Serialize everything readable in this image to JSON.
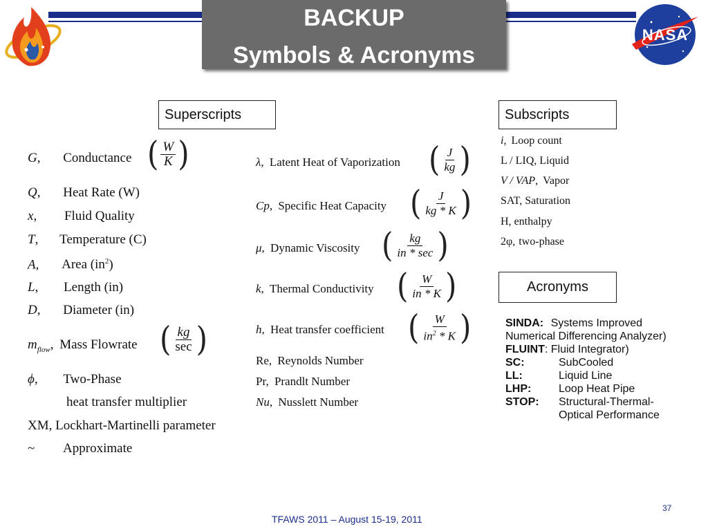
{
  "header": {
    "title_line1": "BACKUP",
    "title_line2": "Symbols & Acronyms",
    "left_logo_icon": "flame-logo-icon",
    "right_logo_icon": "nasa-meatball-icon",
    "right_logo_text": "NASA",
    "bar_color": "#1a2c8c",
    "title_bg_color": "#6b6b6b"
  },
  "sections": {
    "superscripts": "Superscripts",
    "subscripts": "Subscripts",
    "acronyms": "Acronyms"
  },
  "left_symbols": [
    {
      "sym": "G",
      "desc": "Conductance",
      "unit_num": "W",
      "unit_den": "K"
    },
    {
      "sym": "Q",
      "desc": "Heat Rate (W)"
    },
    {
      "sym": "x",
      "desc": "Fluid Quality"
    },
    {
      "sym": "T",
      "desc": "Temperature (C)"
    },
    {
      "sym": "A",
      "desc": "Area (in",
      "sup": "2",
      "tail": ")"
    },
    {
      "sym": "L",
      "desc": "Length (in)"
    },
    {
      "sym": "D",
      "desc": "Diameter (in)"
    },
    {
      "sym": "m",
      "sub": "flow",
      "desc": "Mass Flowrate",
      "unit_num": "kg",
      "unit_den": "sec"
    },
    {
      "sym": "ϕ",
      "desc": "Two-Phase"
    },
    {
      "desc": "heat transfer multiplier"
    },
    {
      "desc": "XM,  Lockhart-Martinelli parameter"
    },
    {
      "sym": "~",
      "desc": "Approximate"
    }
  ],
  "middle_symbols": [
    {
      "sym": "λ",
      "desc": "Latent Heat of Vaporization",
      "unit_num": "J",
      "unit_den": "kg"
    },
    {
      "sym": "Cp",
      "desc": "Specific Heat Capacity",
      "unit_num": "J",
      "unit_den": "kg * K"
    },
    {
      "sym": "μ",
      "desc": "Dynamic Viscosity",
      "unit_num": "kg",
      "unit_den": "in * sec"
    },
    {
      "sym": "k",
      "desc": "Thermal Conductivity",
      "unit_num": "W",
      "unit_den": "in * K"
    },
    {
      "sym": "h",
      "desc": "Heat transfer coefficient",
      "unit_num": "W",
      "unit_den_a": "in",
      "unit_den_sup": "2",
      "unit_den_b": " * K"
    },
    {
      "sym": "Re",
      "desc": "Reynolds Number"
    },
    {
      "sym": "Pr",
      "desc": "Prandlt Number"
    },
    {
      "sym": "Nu",
      "desc": "Nusslett Number"
    }
  ],
  "subscripts_list": [
    {
      "sym": "i",
      "desc": "Loop count"
    },
    {
      "desc": "L / LIQ, Liquid"
    },
    {
      "sym": "V / VAP",
      "desc": "Vapor"
    },
    {
      "desc": "SAT, Saturation"
    },
    {
      "desc": "H, enthalpy"
    },
    {
      "sym": "2φ",
      "desc": "two-phase"
    }
  ],
  "acronyms_list": [
    {
      "abbr": "SINDA:",
      "desc": "Systems Improved",
      "desc2": "Numerical Differencing Analyzer)"
    },
    {
      "abbr": "FLUINT",
      "desc": ": Fluid Integrator)"
    },
    {
      "abbr": "SC:",
      "desc": "SubCooled"
    },
    {
      "abbr": "LL:",
      "desc": "Liquid Line"
    },
    {
      "abbr": "LHP:",
      "desc": "Loop Heat Pipe"
    },
    {
      "abbr": "STOP:",
      "desc": "Structural-Thermal-",
      "desc2": "Optical Performance"
    }
  ],
  "footer": {
    "conference": "TFAWS 2011 – August 15-19, 2011",
    "page_number": "37"
  }
}
